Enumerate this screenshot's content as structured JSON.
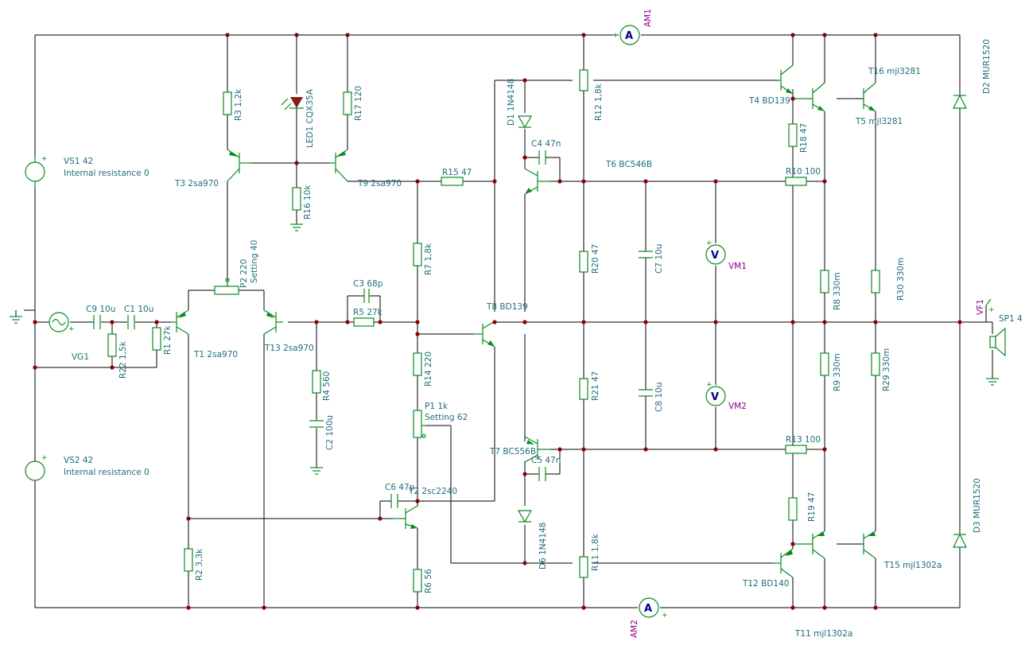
{
  "components": {
    "VS1": {
      "name": "VS1 42",
      "detail": "Internal resistance 0"
    },
    "VS2": {
      "name": "VS2 42",
      "detail": "Internal resistance 0"
    },
    "VG1": {
      "name": "VG1"
    },
    "C9": {
      "name": "C9 10u"
    },
    "C1": {
      "name": "C1 10u"
    },
    "R22": {
      "name": "R22 1,5k"
    },
    "R1": {
      "name": "R1 27k"
    },
    "T1": {
      "name": "T1 2sa970"
    },
    "T13": {
      "name": "T13 2sa970"
    },
    "T3": {
      "name": "T3 2sa970"
    },
    "T9": {
      "name": "T9 2sa970"
    },
    "R3": {
      "name": "R3 1,2k"
    },
    "LED1": {
      "name": "LED1 CQX35A"
    },
    "R17": {
      "name": "R17 120"
    },
    "R16": {
      "name": "R16 10k"
    },
    "P2": {
      "name": "P2 220",
      "detail": "Setting 40"
    },
    "C3": {
      "name": "C3 68p"
    },
    "R5": {
      "name": "R5 27k"
    },
    "R4": {
      "name": "R4 560"
    },
    "C2": {
      "name": "C2 100u"
    },
    "R15": {
      "name": "R15 47"
    },
    "R7": {
      "name": "R7 1,8k"
    },
    "T8": {
      "name": "T8 BD139"
    },
    "R14": {
      "name": "R14 220"
    },
    "P1": {
      "name": "P1 1k",
      "detail": "Setting 62"
    },
    "C6": {
      "name": "C6 47p"
    },
    "T2": {
      "name": "T2 2sc2240"
    },
    "R2": {
      "name": "R2 3,3k"
    },
    "R6": {
      "name": "R6 56"
    },
    "D1": {
      "name": "D1 1N4148"
    },
    "C4": {
      "name": "C4 47n"
    },
    "T6": {
      "name": "T6 BC546B"
    },
    "T7": {
      "name": "T7 BC556B"
    },
    "C5": {
      "name": "C5 47n"
    },
    "D6": {
      "name": "D6 1N4148"
    },
    "R12": {
      "name": "R12 1,8k"
    },
    "R20": {
      "name": "R20 47"
    },
    "R21": {
      "name": "R21 47"
    },
    "R11": {
      "name": "R11 1,8k"
    },
    "C7": {
      "name": "C7 10u"
    },
    "C8": {
      "name": "C8 10u"
    },
    "VM1": {
      "name": "VM1"
    },
    "VM2": {
      "name": "VM2"
    },
    "AM1": {
      "name": "AM1"
    },
    "AM2": {
      "name": "AM2"
    },
    "T4": {
      "name": "T4 BD139"
    },
    "T12": {
      "name": "T12 BD140"
    },
    "T16": {
      "name": "T16 mjl3281"
    },
    "T5": {
      "name": "T5 mjl3281"
    },
    "T11": {
      "name": "T11 mjl1302a"
    },
    "T15": {
      "name": "T15 mjl1302a"
    },
    "R18": {
      "name": "R18 47"
    },
    "R19": {
      "name": "R19 47"
    },
    "R10": {
      "name": "R10 100"
    },
    "R13": {
      "name": "R13 100"
    },
    "R8": {
      "name": "R8 330m"
    },
    "R9": {
      "name": "R9 330m"
    },
    "R30": {
      "name": "R30 330m"
    },
    "R29": {
      "name": "R29 330m"
    },
    "D2": {
      "name": "D2 MUR1520"
    },
    "D3": {
      "name": "D3 MUR1520"
    },
    "VF1": {
      "name": "VF1"
    },
    "SP1": {
      "name": "SP1 4"
    }
  },
  "meters": {
    "ammeter_symbol": "A",
    "voltmeter_symbol": "V",
    "plus_sign": "+"
  },
  "colors": {
    "wire": "#000000",
    "component": "#0b8a22",
    "label": "#1f6e7a",
    "probe_label": "#8b008b",
    "junction": "#8b0000",
    "led": "#8b1a1a"
  }
}
